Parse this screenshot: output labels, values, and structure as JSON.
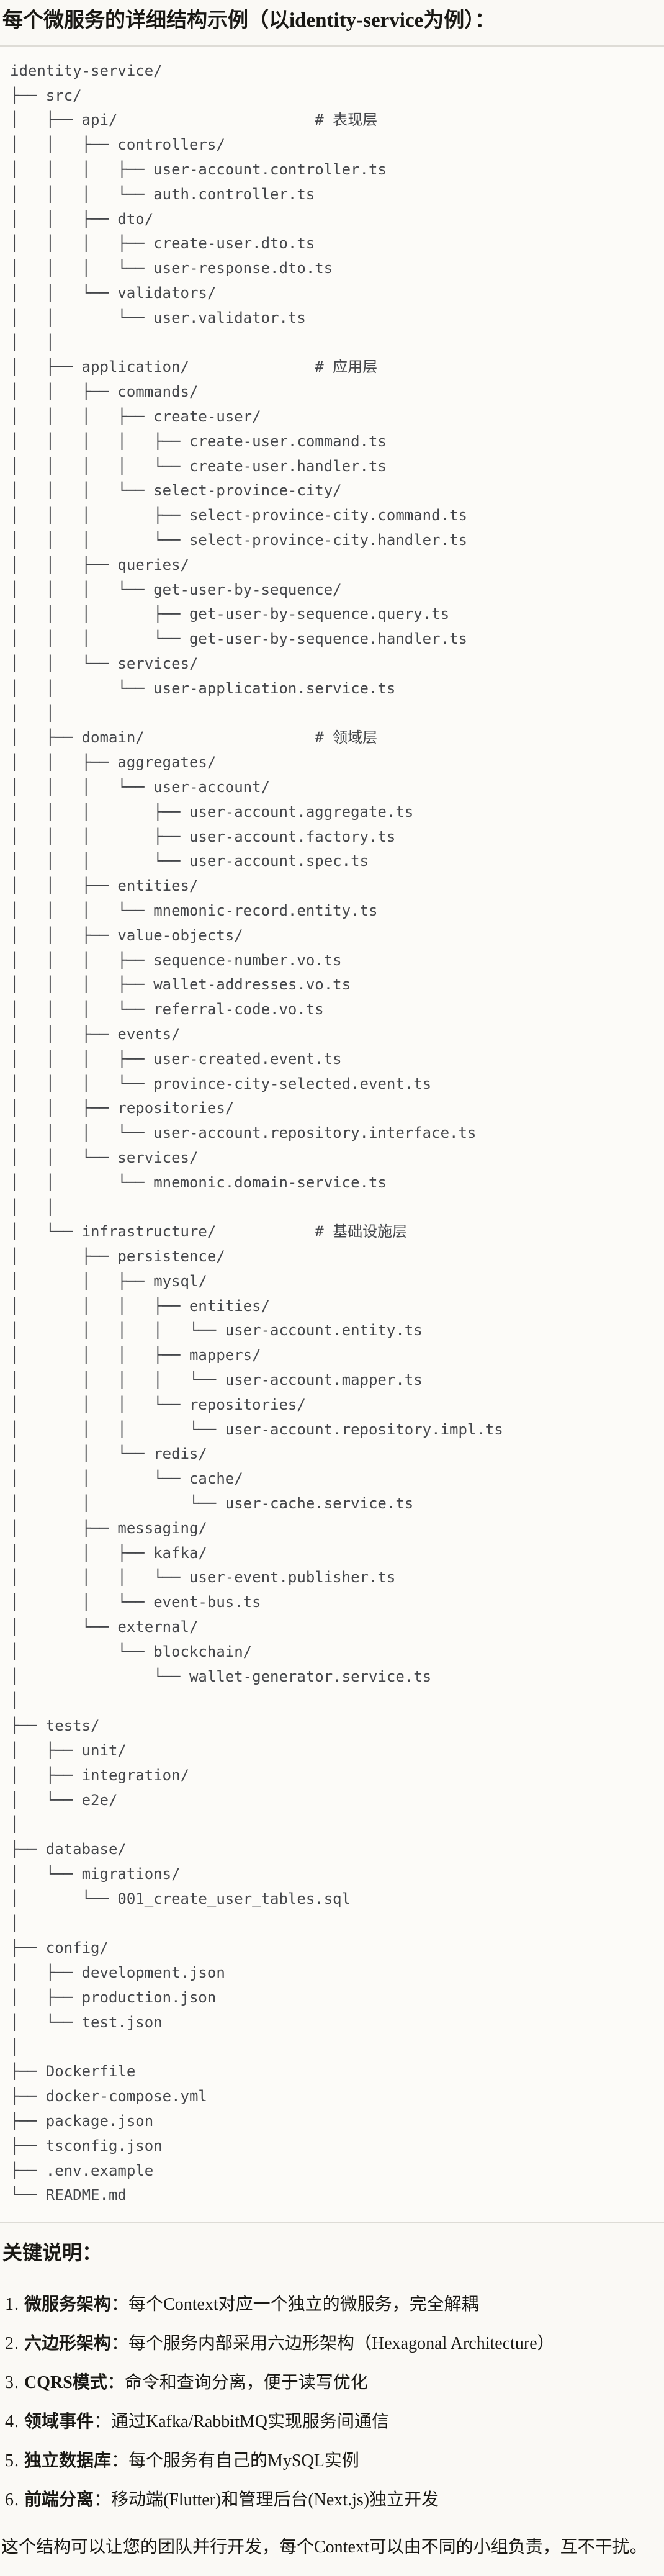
{
  "title": "每个微服务的详细结构示例（以identity-service为例）：",
  "colors": {
    "page_background": "#FAF9F5",
    "code_background": "#FCFBF8",
    "code_border": "#DEDCD6",
    "code_text": "#45474B",
    "body_text": "#1A1915"
  },
  "tree": {
    "lines": [
      "identity-service/",
      "├── src/",
      "│   ├── api/                      # 表现层",
      "│   │   ├── controllers/",
      "│   │   │   ├── user-account.controller.ts",
      "│   │   │   └── auth.controller.ts",
      "│   │   ├── dto/",
      "│   │   │   ├── create-user.dto.ts",
      "│   │   │   └── user-response.dto.ts",
      "│   │   └── validators/",
      "│   │       └── user.validator.ts",
      "│   │",
      "│   ├── application/              # 应用层",
      "│   │   ├── commands/",
      "│   │   │   ├── create-user/",
      "│   │   │   │   ├── create-user.command.ts",
      "│   │   │   │   └── create-user.handler.ts",
      "│   │   │   └── select-province-city/",
      "│   │   │       ├── select-province-city.command.ts",
      "│   │   │       └── select-province-city.handler.ts",
      "│   │   ├── queries/",
      "│   │   │   └── get-user-by-sequence/",
      "│   │   │       ├── get-user-by-sequence.query.ts",
      "│   │   │       └── get-user-by-sequence.handler.ts",
      "│   │   └── services/",
      "│   │       └── user-application.service.ts",
      "│   │",
      "│   ├── domain/                   # 领域层",
      "│   │   ├── aggregates/",
      "│   │   │   └── user-account/",
      "│   │   │       ├── user-account.aggregate.ts",
      "│   │   │       ├── user-account.factory.ts",
      "│   │   │       └── user-account.spec.ts",
      "│   │   ├── entities/",
      "│   │   │   └── mnemonic-record.entity.ts",
      "│   │   ├── value-objects/",
      "│   │   │   ├── sequence-number.vo.ts",
      "│   │   │   ├── wallet-addresses.vo.ts",
      "│   │   │   └── referral-code.vo.ts",
      "│   │   ├── events/",
      "│   │   │   ├── user-created.event.ts",
      "│   │   │   └── province-city-selected.event.ts",
      "│   │   ├── repositories/",
      "│   │   │   └── user-account.repository.interface.ts",
      "│   │   └── services/",
      "│   │       └── mnemonic.domain-service.ts",
      "│   │",
      "│   └── infrastructure/           # 基础设施层",
      "│       ├── persistence/",
      "│       │   ├── mysql/",
      "│       │   │   ├── entities/",
      "│       │   │   │   └── user-account.entity.ts",
      "│       │   │   ├── mappers/",
      "│       │   │   │   └── user-account.mapper.ts",
      "│       │   │   └── repositories/",
      "│       │   │       └── user-account.repository.impl.ts",
      "│       │   └── redis/",
      "│       │       └── cache/",
      "│       │           └── user-cache.service.ts",
      "│       ├── messaging/",
      "│       │   ├── kafka/",
      "│       │   │   └── user-event.publisher.ts",
      "│       │   └── event-bus.ts",
      "│       └── external/",
      "│           └── blockchain/",
      "│               └── wallet-generator.service.ts",
      "│",
      "├── tests/",
      "│   ├── unit/",
      "│   ├── integration/",
      "│   └── e2e/",
      "│",
      "├── database/",
      "│   └── migrations/",
      "│       └── 001_create_user_tables.sql",
      "│",
      "├── config/",
      "│   ├── development.json",
      "│   ├── production.json",
      "│   └── test.json",
      "│",
      "├── Dockerfile",
      "├── docker-compose.yml",
      "├── package.json",
      "├── tsconfig.json",
      "├── .env.example",
      "└── README.md"
    ]
  },
  "notes": {
    "heading": "关键说明：",
    "items": [
      {
        "num": "1. ",
        "term": "微服务架构",
        "desc": "：每个Context对应一个独立的微服务，完全解耦"
      },
      {
        "num": "2. ",
        "term": "六边形架构",
        "desc": "：每个服务内部采用六边形架构（Hexagonal Architecture）"
      },
      {
        "num": "3. ",
        "term": "CQRS模式",
        "desc": "：命令和查询分离，便于读写优化"
      },
      {
        "num": "4. ",
        "term": "领域事件",
        "desc": "：通过Kafka/RabbitMQ实现服务间通信"
      },
      {
        "num": "5. ",
        "term": "独立数据库",
        "desc": "：每个服务有自己的MySQL实例"
      },
      {
        "num": "6. ",
        "term": "前端分离",
        "desc": "：移动端(Flutter)和管理后台(Next.js)独立开发"
      }
    ],
    "closing": "这个结构可以让您的团队并行开发，每个Context可以由不同的小组负责，互不干扰。"
  }
}
